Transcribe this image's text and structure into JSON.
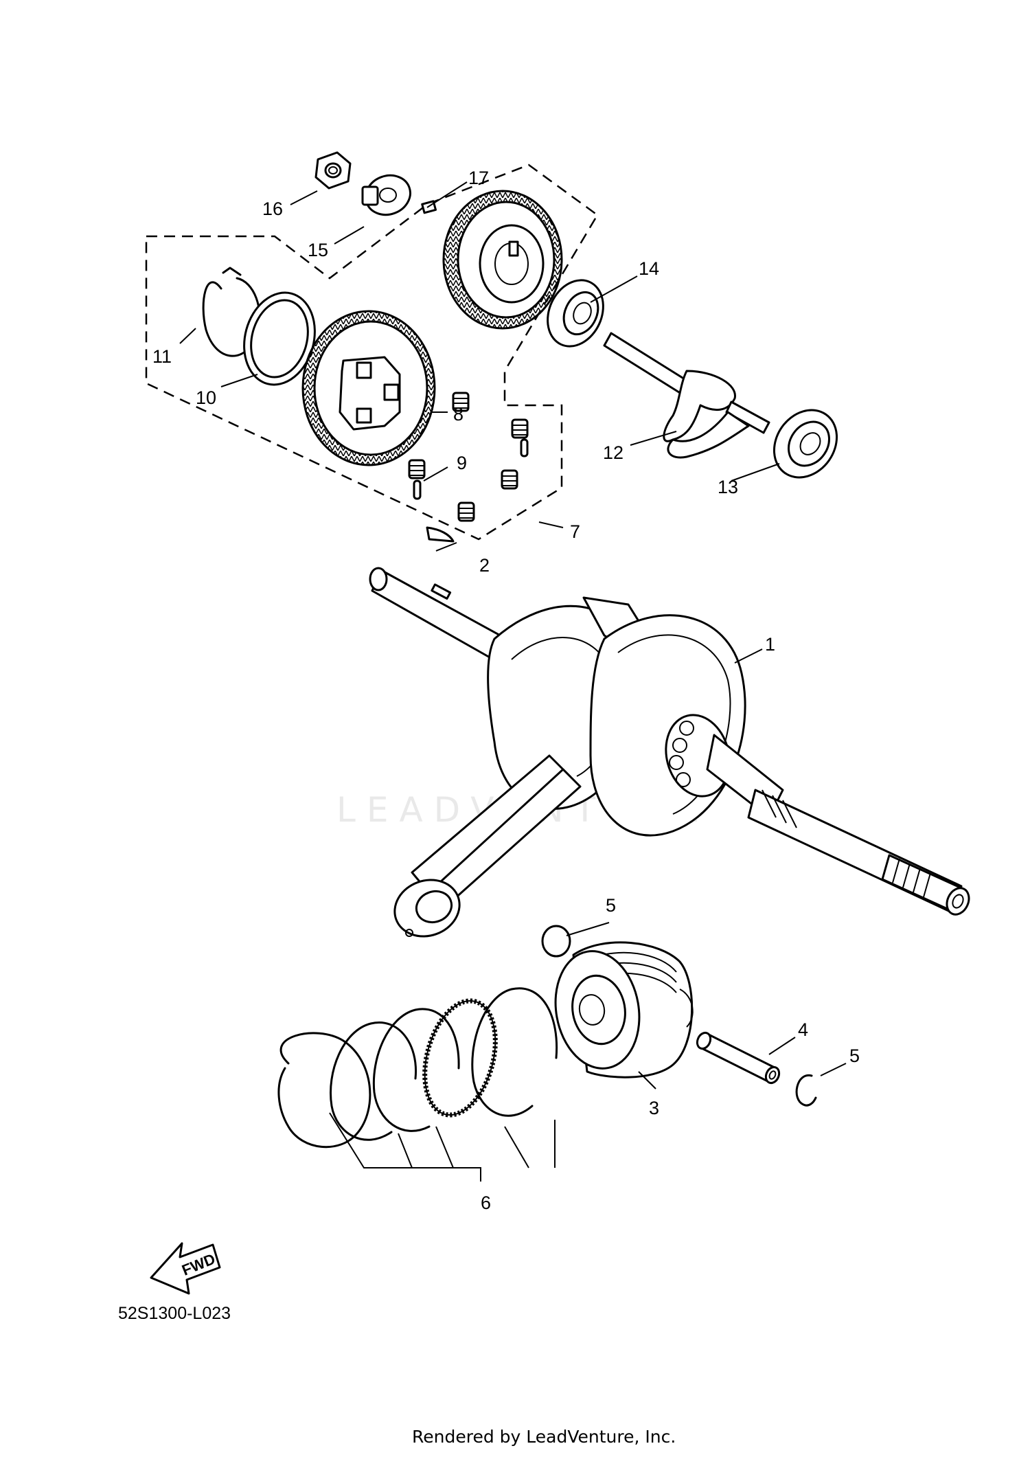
{
  "diagram": {
    "watermark": "LEADVENTURE",
    "diagram_code": "52S1300-L023",
    "footer": "Rendered by LeadVenture, Inc.",
    "fwd_label": "FWD",
    "callouts": [
      {
        "id": "c1",
        "text": "1"
      },
      {
        "id": "c2",
        "text": "2"
      },
      {
        "id": "c3",
        "text": "3"
      },
      {
        "id": "c4",
        "text": "4"
      },
      {
        "id": "c5a",
        "text": "5"
      },
      {
        "id": "c5b",
        "text": "5"
      },
      {
        "id": "c6",
        "text": "6"
      },
      {
        "id": "c7",
        "text": "7"
      },
      {
        "id": "c8",
        "text": "8"
      },
      {
        "id": "c9",
        "text": "9"
      },
      {
        "id": "c10",
        "text": "10"
      },
      {
        "id": "c11",
        "text": "11"
      },
      {
        "id": "c12",
        "text": "12"
      },
      {
        "id": "c13",
        "text": "13"
      },
      {
        "id": "c14",
        "text": "14"
      },
      {
        "id": "c15",
        "text": "15"
      },
      {
        "id": "c16",
        "text": "16"
      },
      {
        "id": "c17",
        "text": "17"
      }
    ]
  }
}
